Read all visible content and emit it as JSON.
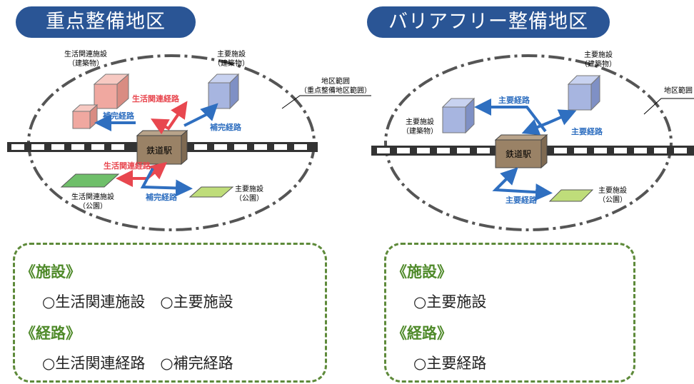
{
  "left": {
    "title": "重点整備地区",
    "area_label_line1": "地区範囲",
    "area_label_line2": "（重点整備地区範囲）",
    "station": "鉄道駅",
    "facility_related_building_1": "生活関連施設",
    "facility_related_building_2": "（建築物）",
    "facility_main_building_1": "主要施設",
    "facility_main_building_2": "（建築物）",
    "facility_related_park_1": "生活関連施設",
    "facility_related_park_2": "（公園）",
    "facility_main_park_1": "主要施設",
    "facility_main_park_2": "（公園）",
    "route_related_top": "生活関連経路",
    "route_related_bottom": "生活関連経路",
    "route_supp_left": "補完経路",
    "route_supp_right": "補完経路",
    "route_supp_bottom": "補完経路",
    "legend": {
      "facilities_header": "《施設》",
      "facilities_items": "○生活関連施設　○主要施設",
      "routes_header": "《経路》",
      "routes_items": "○生活関連経路　○補完経路"
    }
  },
  "right": {
    "title": "バリアフリー整備地区",
    "area_label": "地区範囲",
    "station": "鉄道駅",
    "facility_main_left_1": "主要施設",
    "facility_main_left_2": "（建築物）",
    "facility_main_right_1": "主要施設",
    "facility_main_right_2": "（建築物）",
    "facility_main_park_1": "主要施設",
    "facility_main_park_2": "（公園）",
    "route_main_top": "主要経路",
    "route_main_right": "主要経路",
    "route_main_bottom": "主要経路",
    "legend": {
      "facilities_header": "《施設》",
      "facilities_items": "○主要施設",
      "routes_header": "《経路》",
      "routes_items": "○主要経路"
    }
  },
  "colors": {
    "title_bg": "#2a5595",
    "related_route": "#e8474f",
    "supp_route": "#2f6fc0",
    "related_building": "#f0a8a0",
    "main_building": "#a7b5e0",
    "related_park": "#6fbf6a",
    "main_park": "#bfdd7a",
    "station": "#9a8266",
    "legend_border": "#5e8a3a",
    "legend_header": "#4f8a2a"
  }
}
